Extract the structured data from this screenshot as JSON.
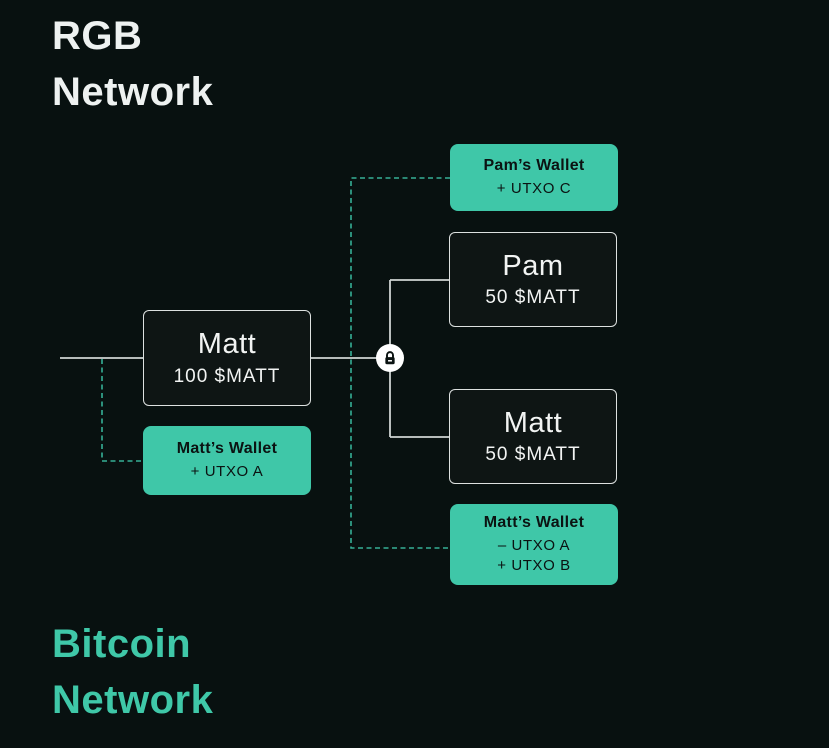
{
  "titles": {
    "rgb": "RGB\nNetwork",
    "bitcoin": "Bitcoin\nNetwork"
  },
  "colors": {
    "background": "#081110",
    "teal_box": "#3fc7a8",
    "dashed_line": "#35b096",
    "solid_line": "#cfd4d3",
    "dark_box_background": "#0e1514",
    "dark_box_border": "#dde1e0",
    "light_text": "#f2f4f3",
    "dark_text": "#0b1312",
    "bitcoin_title": "#3fc8a8"
  },
  "icons": {
    "lock": "lock-icon"
  },
  "nodes": {
    "matt_main": {
      "name": "Matt",
      "amount": "100 $MATT"
    },
    "pam": {
      "name": "Pam",
      "amount": "50 $MATT"
    },
    "matt_out": {
      "name": "Matt",
      "amount": "50 $MATT"
    },
    "pams_wallet": {
      "title": "Pam’s Wallet",
      "lines": [
        "+ UTXO C"
      ]
    },
    "matts_wallet_in": {
      "title": "Matt’s Wallet",
      "lines": [
        "+ UTXO A"
      ]
    },
    "matts_wallet_out": {
      "title": "Matt’s Wallet",
      "lines": [
        "– UTXO A",
        "+ UTXO B"
      ]
    }
  }
}
